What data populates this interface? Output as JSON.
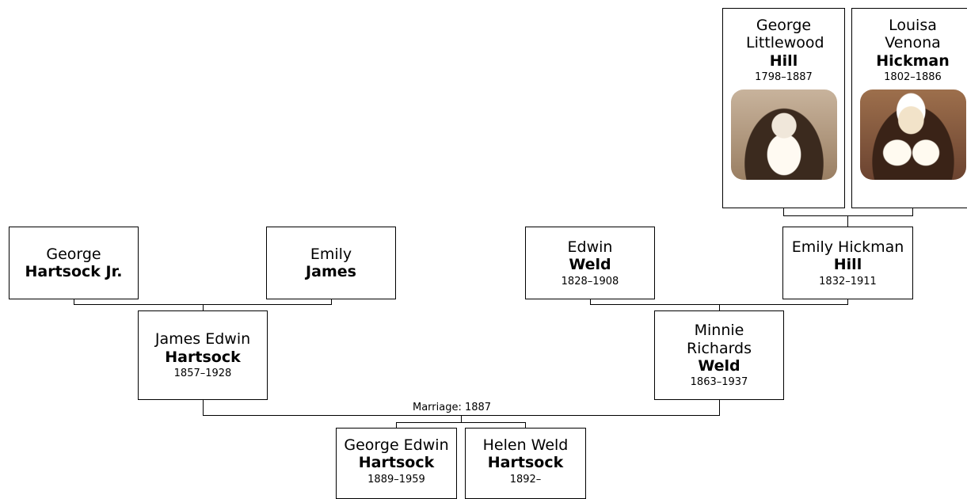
{
  "people": {
    "george_littlewood_hill": {
      "given": "George Littlewood",
      "surname": "Hill",
      "dates": "1798–1887"
    },
    "louisa_venona_hickman": {
      "given": "Louisa Venona",
      "surname": "Hickman",
      "dates": "1802–1886"
    },
    "george_hartsock_jr": {
      "given": "George",
      "surname": "Hartsock Jr."
    },
    "emily_james": {
      "given": "Emily",
      "surname": "James"
    },
    "edwin_weld": {
      "given": "Edwin",
      "surname": "Weld",
      "dates": "1828–1908"
    },
    "emily_hickman_hill": {
      "given": "Emily Hickman",
      "surname": "Hill",
      "dates": "1832–1911"
    },
    "james_edwin_hartsock": {
      "given": "James Edwin",
      "surname": "Hartsock",
      "dates": "1857–1928"
    },
    "minnie_richards_weld": {
      "given": "Minnie Richards",
      "surname": "Weld",
      "dates": "1863–1937"
    },
    "george_edwin_hartsock": {
      "given": "George Edwin",
      "surname": "Hartsock",
      "dates": "1889–1959"
    },
    "helen_weld_hartsock": {
      "given": "Helen Weld",
      "surname": "Hartsock",
      "dates": "1892–"
    }
  },
  "marriage_label": "Marriage: 1887"
}
